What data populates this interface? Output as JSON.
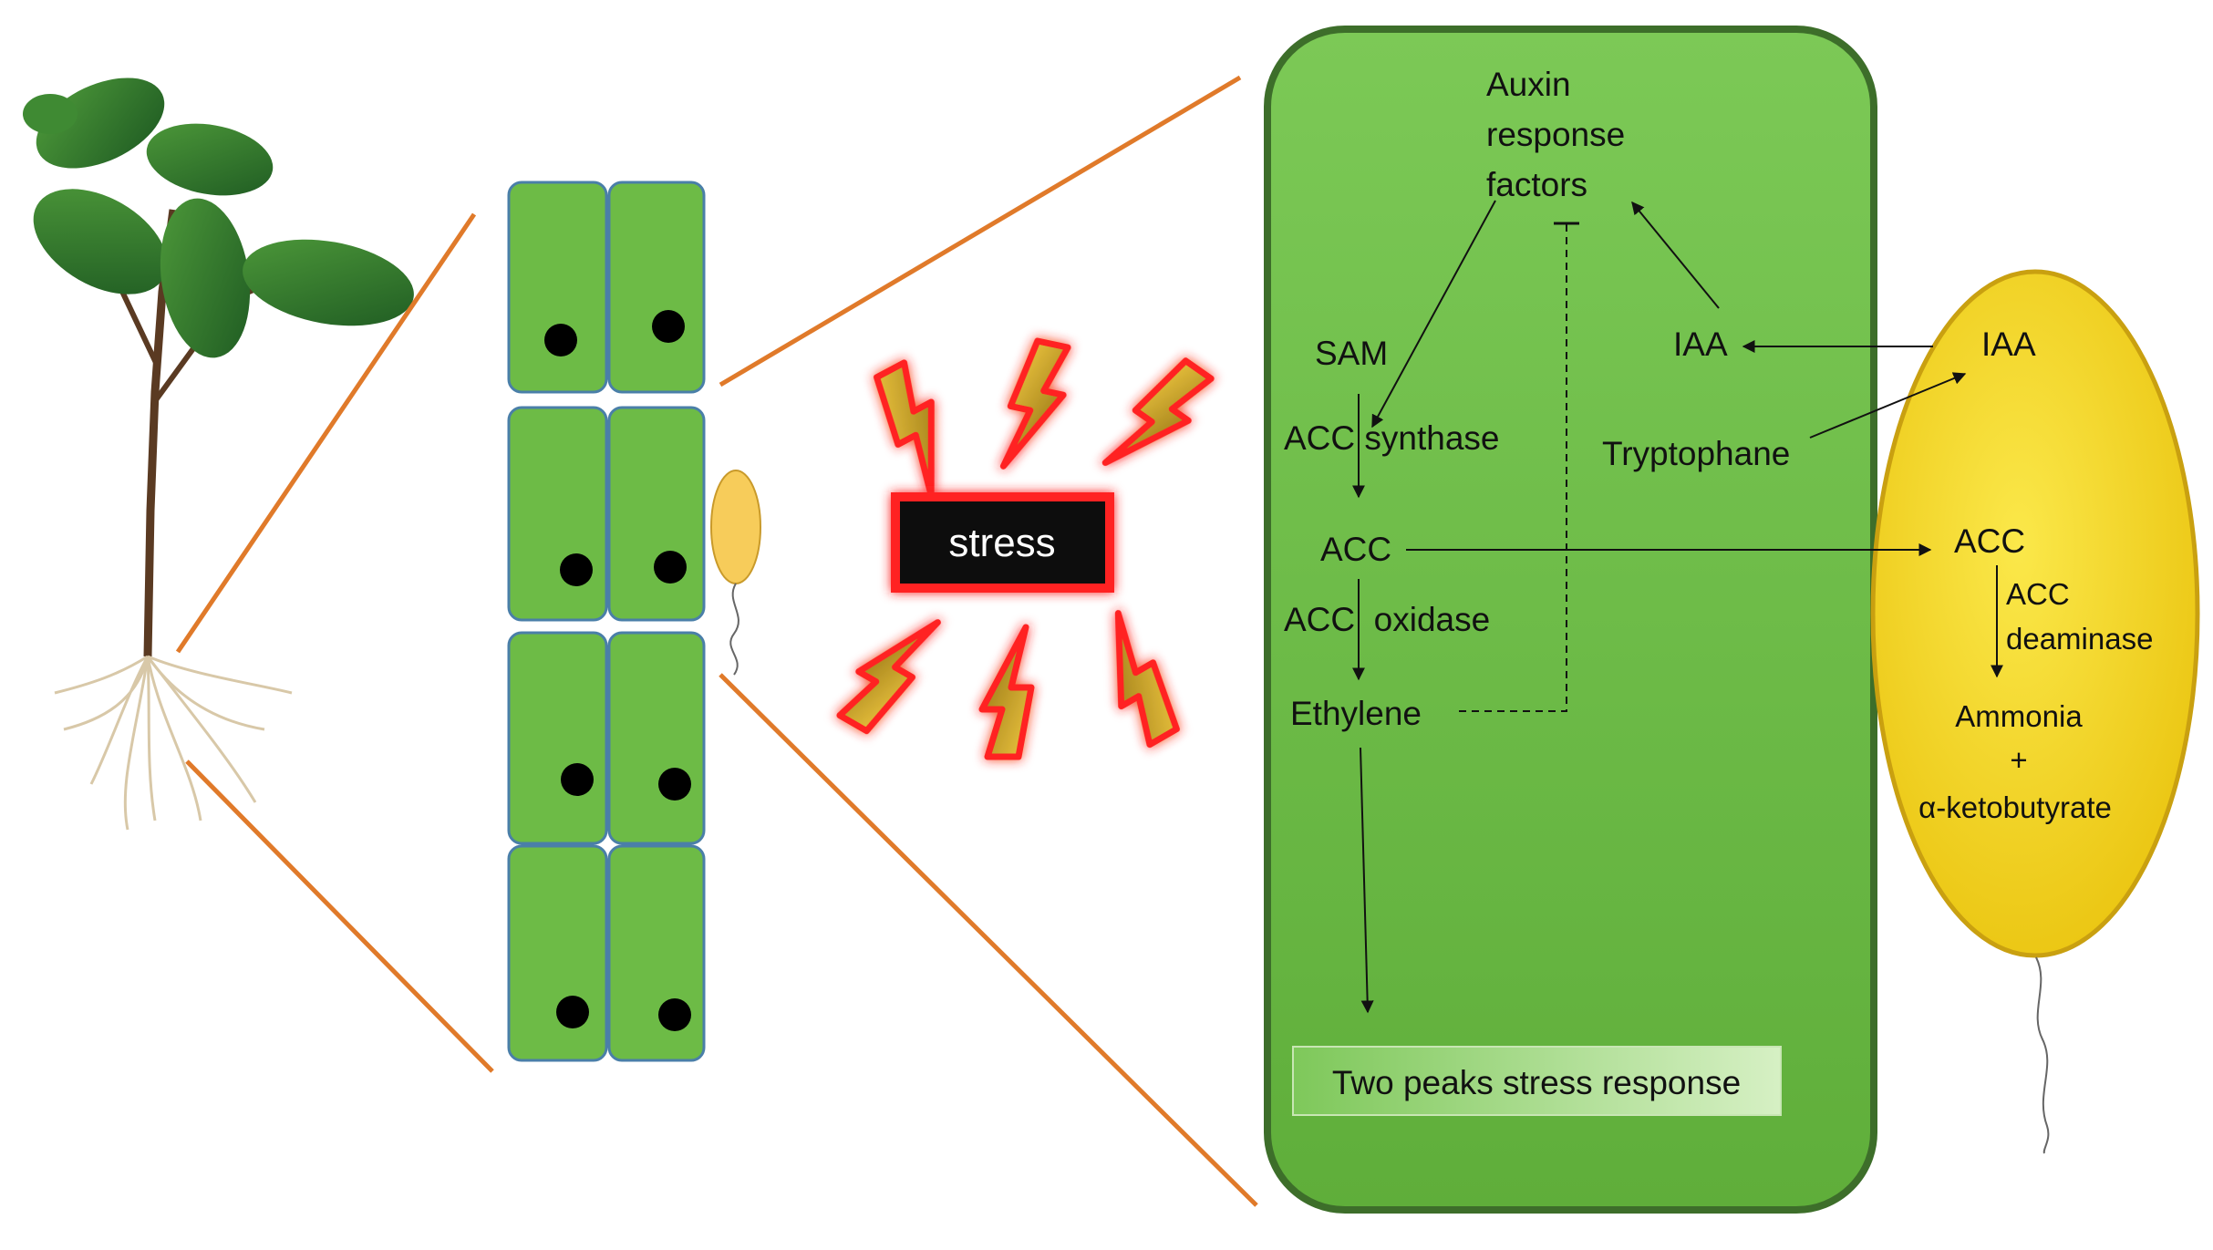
{
  "stress_label": "stress",
  "plant_cell": {
    "auxin_response_factors": [
      "Auxin",
      "response",
      "factors"
    ],
    "sam": "SAM",
    "acc_synthase": "ACC synthase",
    "acc": "ACC",
    "acc_oxidase": "ACC  oxidase",
    "ethylene": "Ethylene",
    "iaa": "IAA",
    "tryptophane": "Tryptophane",
    "outcome": "Two peaks stress response"
  },
  "bacterium": {
    "iaa": "IAA",
    "acc": "ACC",
    "acc_deaminase": [
      "ACC",
      "deaminase"
    ],
    "ammonia": "Ammonia",
    "plus": "+",
    "ketobutyrate": "α-ketobutyrate"
  },
  "colors": {
    "cell_green": "#6dbb46",
    "cell_border": "#3d6e2a",
    "bacterium_yellow": "#f2d21a",
    "zoom_line": "#e07a2a",
    "stress_box": "#111111",
    "stress_glow": "#ff2020",
    "bolt_fill": "#c8a020"
  }
}
